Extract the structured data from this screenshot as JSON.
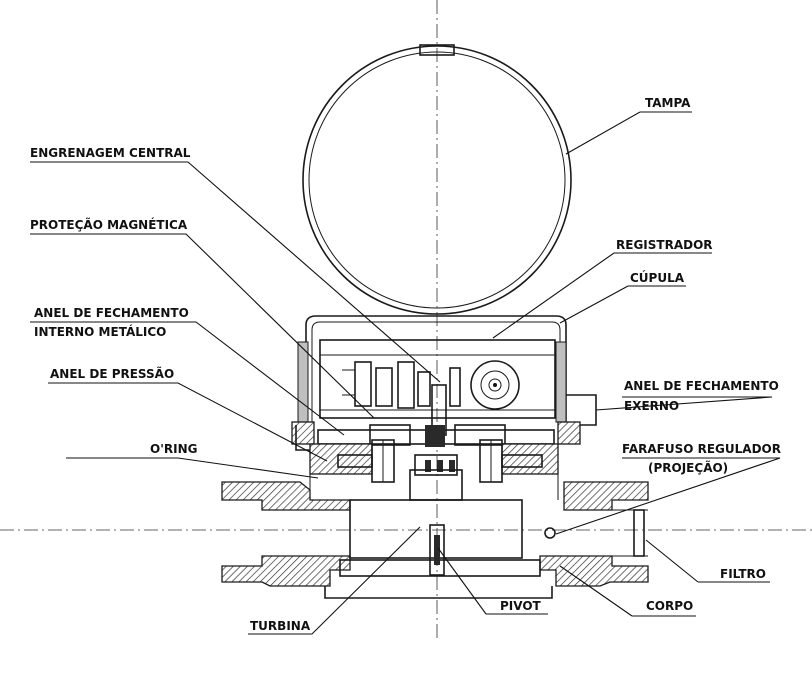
{
  "labels": {
    "tampa": "TAMPA",
    "engrenagem": "ENGRENAGEM CENTRAL",
    "protecao": "PROTEÇÃO MAGNÉTICA",
    "registrador": "REGISTRADOR",
    "cupula": "CÚPULA",
    "anel_interno_1": "ANEL DE FECHAMENTO",
    "anel_interno_2": "INTERNO METÁLICO",
    "anel_pressao": "ANEL DE PRESSÃO",
    "anel_externo_1": "ANEL DE FECHAMENTO",
    "anel_externo_2": "EXERNO",
    "oring": "O'RING",
    "parafuso_1": "FARAFUSO REGULADOR",
    "parafuso_2": "(PROJEÇÃO)",
    "filtro": "FILTRO",
    "corpo": "CORPO",
    "pivot": "PIVOT",
    "turbina": "TURBINA"
  },
  "colors": {
    "line": "#1a1a1a",
    "background": "#ffffff",
    "hatch_fill": "#bfbfbf"
  }
}
